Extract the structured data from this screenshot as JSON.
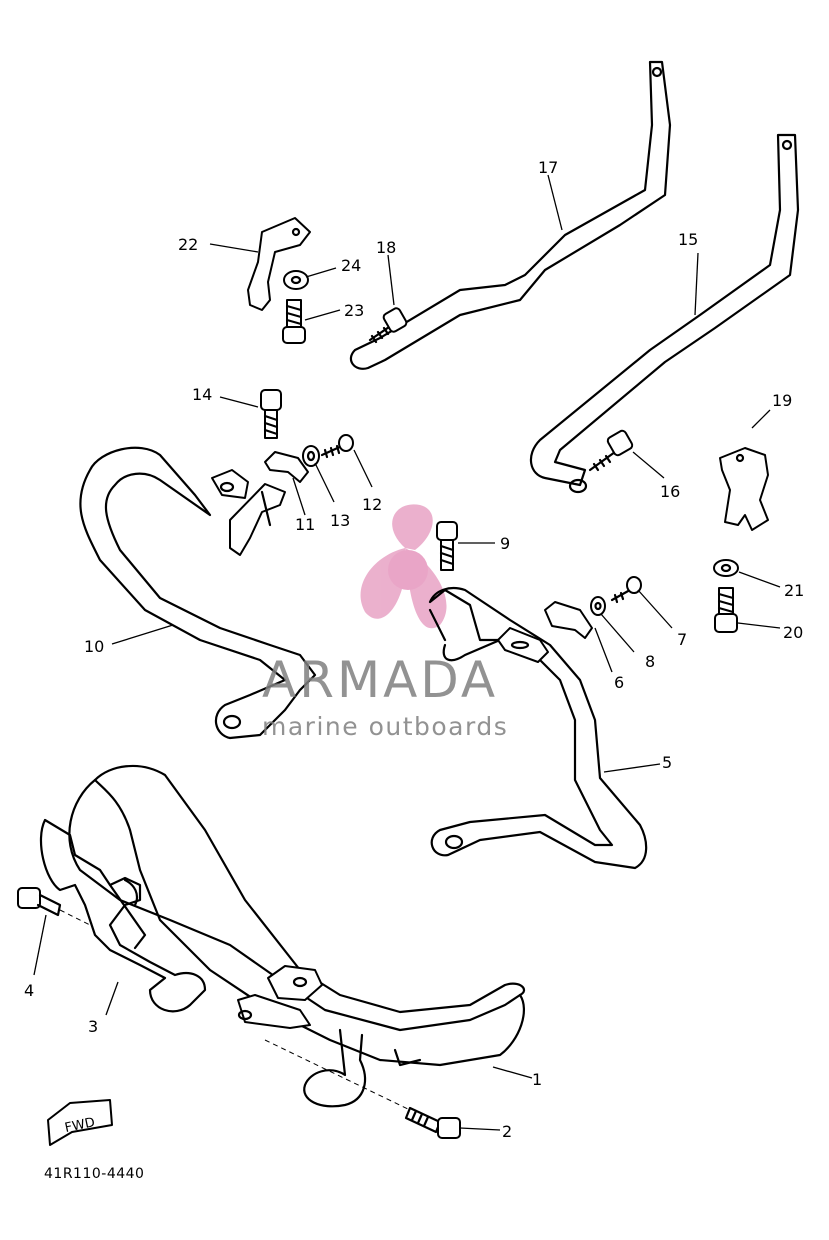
{
  "diagram_code": "41R110-4440",
  "fwd_label": "FWD",
  "watermark": {
    "brand": "ARMADA",
    "tagline": "marine outboards",
    "logo_color": "#e9a8c8",
    "text_color": "#7f7f7f"
  },
  "callouts": {
    "c1": "1",
    "c2": "2",
    "c3": "3",
    "c4": "4",
    "c5": "5",
    "c6": "6",
    "c7": "7",
    "c8": "8",
    "c9": "9",
    "c10": "10",
    "c11": "11",
    "c12": "12",
    "c13": "13",
    "c14": "14",
    "c15": "15",
    "c16": "16",
    "c17": "17",
    "c18": "18",
    "c19": "19",
    "c20": "20",
    "c21": "21",
    "c22": "22",
    "c23": "23",
    "c24": "24"
  }
}
